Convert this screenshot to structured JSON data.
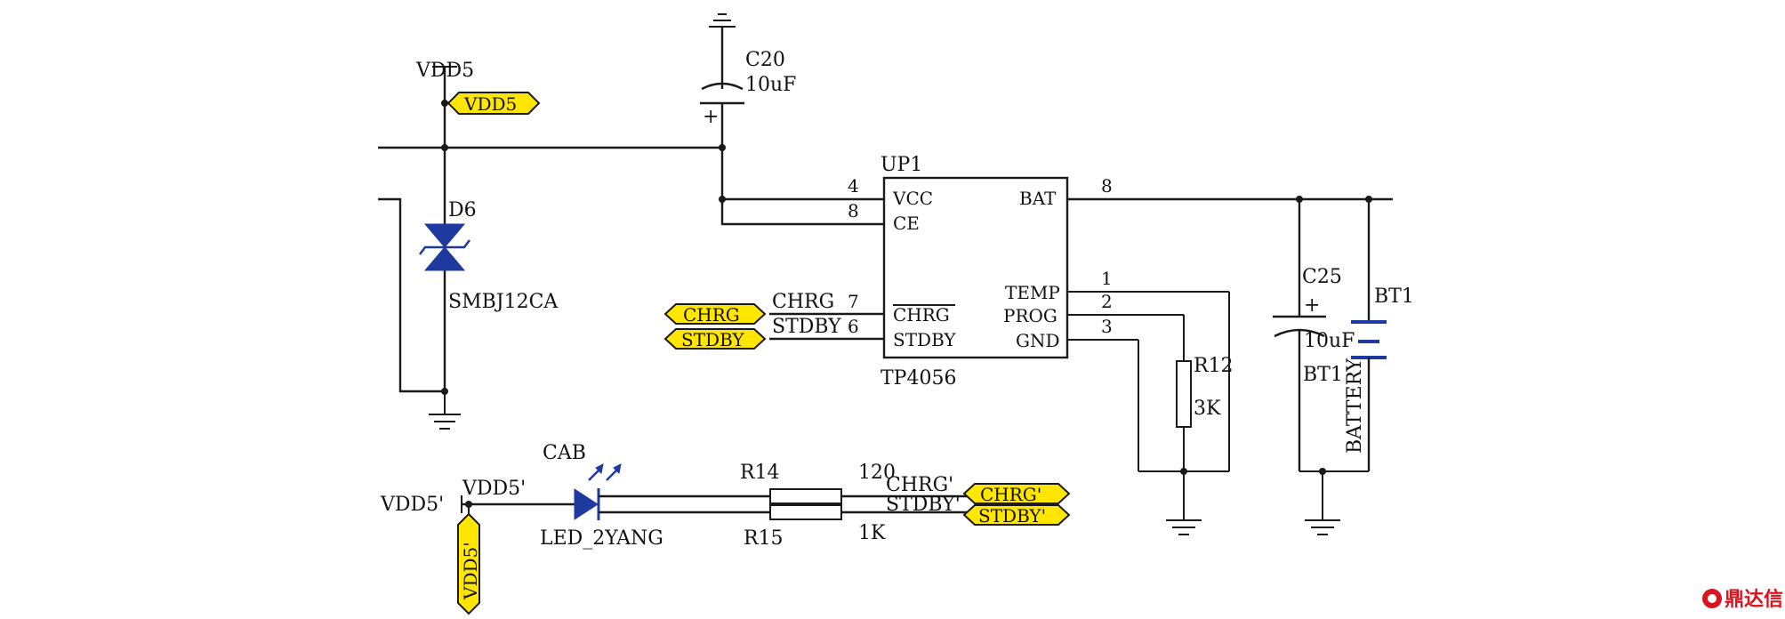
{
  "labels": {
    "vdd5": "VDD5",
    "vdd5_tag": "VDD5",
    "c20": "C20",
    "c20_val": "10uF",
    "c20_plus": "+",
    "d6": "D6",
    "d6_part": "SMBJ12CA",
    "up1": "UP1",
    "ic_part": "TP4056",
    "c25": "C25",
    "c25_val": "10uF",
    "c25_plus": "+",
    "bt1_top": "BT1",
    "bt1_mid": "BT1",
    "battery": "BATTERY",
    "r12": "R12",
    "r12_val": "3K",
    "chrg_tag": "CHRG",
    "stdby_tag": "STDBY",
    "chrg_net": "CHRG",
    "stdby_net": "STDBY",
    "cab": "CAB",
    "led": "LED_2YANG",
    "vdd5p_left": "VDD5'",
    "vdd5p_top": "VDD5'",
    "vdd5p_tag": "VDD5'",
    "r14": "R14",
    "r14_val": "120",
    "r15": "R15",
    "r15_val": "1K",
    "chrgp_net": "CHRG'",
    "stdbyp_net": "STDBY'",
    "chrgp_tag": "CHRG'",
    "stdbyp_tag": "STDBY'",
    "watermark": "鼎达信"
  },
  "ic_pins": {
    "vcc": "VCC",
    "ce": "CE",
    "chrg": "CHRG",
    "stdby": "STDBY",
    "bat": "BAT",
    "temp": "TEMP",
    "prog": "PROG",
    "gnd": "GND",
    "n4": "4",
    "n8_ce": "8",
    "n7": "7",
    "n6": "6",
    "n8_bat": "8",
    "n1": "1",
    "n2": "2",
    "n3": "3"
  }
}
